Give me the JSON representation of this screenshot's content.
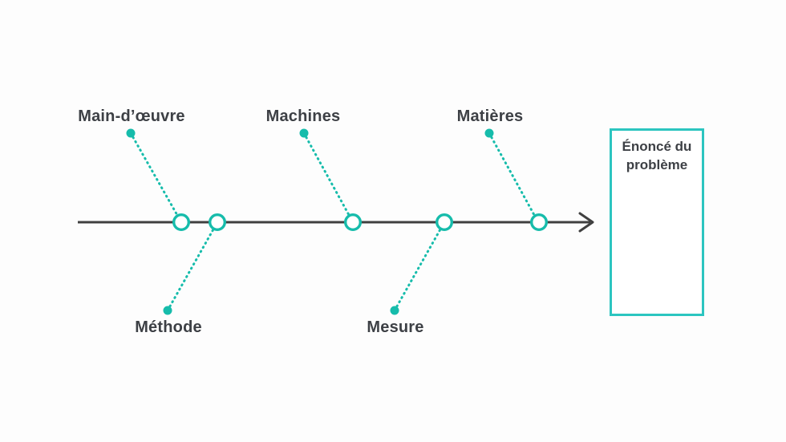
{
  "diagram": {
    "type": "fishbone-cause-effect",
    "problem_box": {
      "label": "Énoncé du problème"
    },
    "causes": [
      {
        "label": "Main-d’œuvre",
        "position": "top"
      },
      {
        "label": "Machines",
        "position": "top"
      },
      {
        "label": "Matières",
        "position": "top"
      },
      {
        "label": "Méthode",
        "position": "bottom"
      },
      {
        "label": "Mesure",
        "position": "bottom"
      }
    ]
  },
  "colors": {
    "accent_teal": "#16bcab",
    "box_border_teal": "#2cc5c0",
    "spine_gray": "#404040",
    "text_dark": "#3d4045",
    "background": "#fdfdfd"
  }
}
